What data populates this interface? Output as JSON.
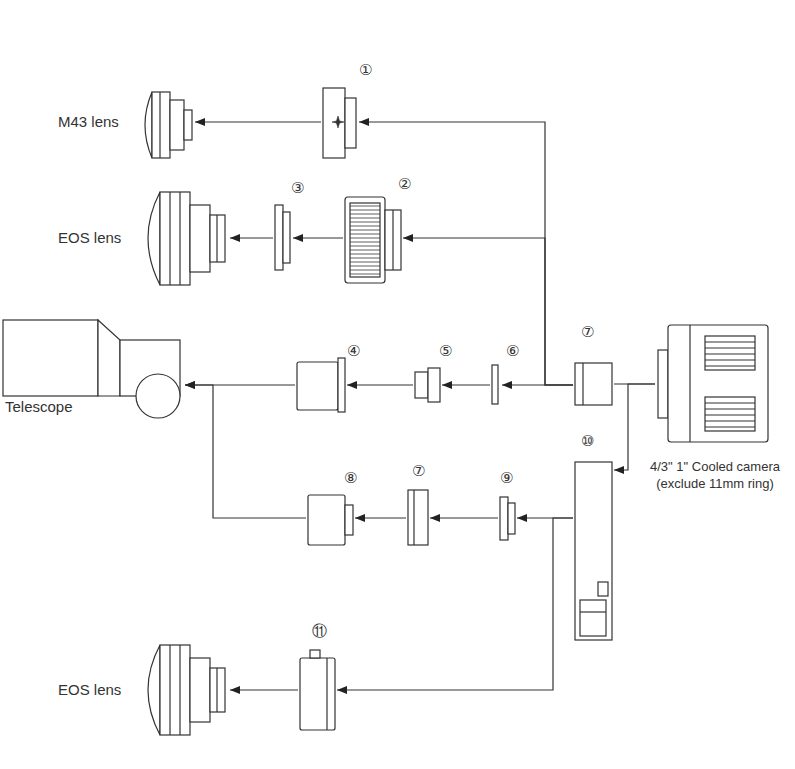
{
  "diagram": {
    "nodes": [
      {
        "text": [
          "M43 lens"
        ]
      },
      {
        "text": [
          "①"
        ]
      },
      {
        "text": [
          "EOS lens"
        ]
      },
      {
        "text": [
          "③"
        ]
      },
      {
        "text": [
          "②"
        ]
      },
      {
        "text": [
          "Telescope"
        ]
      },
      {
        "text": [
          "④"
        ]
      },
      {
        "text": [
          "⑤"
        ]
      },
      {
        "text": [
          "⑥"
        ]
      },
      {
        "text": [
          "⑦"
        ]
      },
      {
        "text": [
          "4/3\" 1\" Cooled camera (exclude 11mm ring)"
        ]
      },
      {
        "text": [
          "⑧"
        ]
      },
      {
        "text": [
          "⑦"
        ]
      },
      {
        "text": [
          "⑨"
        ]
      },
      {
        "text": [
          "⑩"
        ]
      },
      {
        "text": [
          "EOS lens"
        ]
      },
      {
        "text": [
          "⑪"
        ]
      }
    ],
    "edges": [
      {
        "from": 1,
        "to": 0,
        "arrow": "to"
      },
      {
        "from": 4,
        "to": 3,
        "arrow": "to"
      },
      {
        "from": 3,
        "to": 2,
        "arrow": "to"
      },
      {
        "from": 9,
        "to": 1,
        "arrow": "to"
      },
      {
        "from": 9,
        "to": 4,
        "arrow": "to"
      },
      {
        "from": 9,
        "to": 8,
        "arrow": "to"
      },
      {
        "from": 8,
        "to": 7,
        "arrow": "to"
      },
      {
        "from": 7,
        "to": 6,
        "arrow": "to"
      },
      {
        "from": 6,
        "to": 5,
        "arrow": "to"
      },
      {
        "from": 10,
        "to": 9,
        "arrow": "none"
      },
      {
        "from": 10,
        "to": 14,
        "arrow": "to"
      },
      {
        "from": 14,
        "to": 13,
        "arrow": "to"
      },
      {
        "from": 14,
        "to": 16,
        "arrow": "to"
      },
      {
        "from": 13,
        "to": 12,
        "arrow": "to"
      },
      {
        "from": 12,
        "to": 11,
        "arrow": "to"
      },
      {
        "from": 11,
        "to": 5,
        "arrow": "to"
      },
      {
        "from": 16,
        "to": 15,
        "arrow": "to"
      }
    ]
  }
}
